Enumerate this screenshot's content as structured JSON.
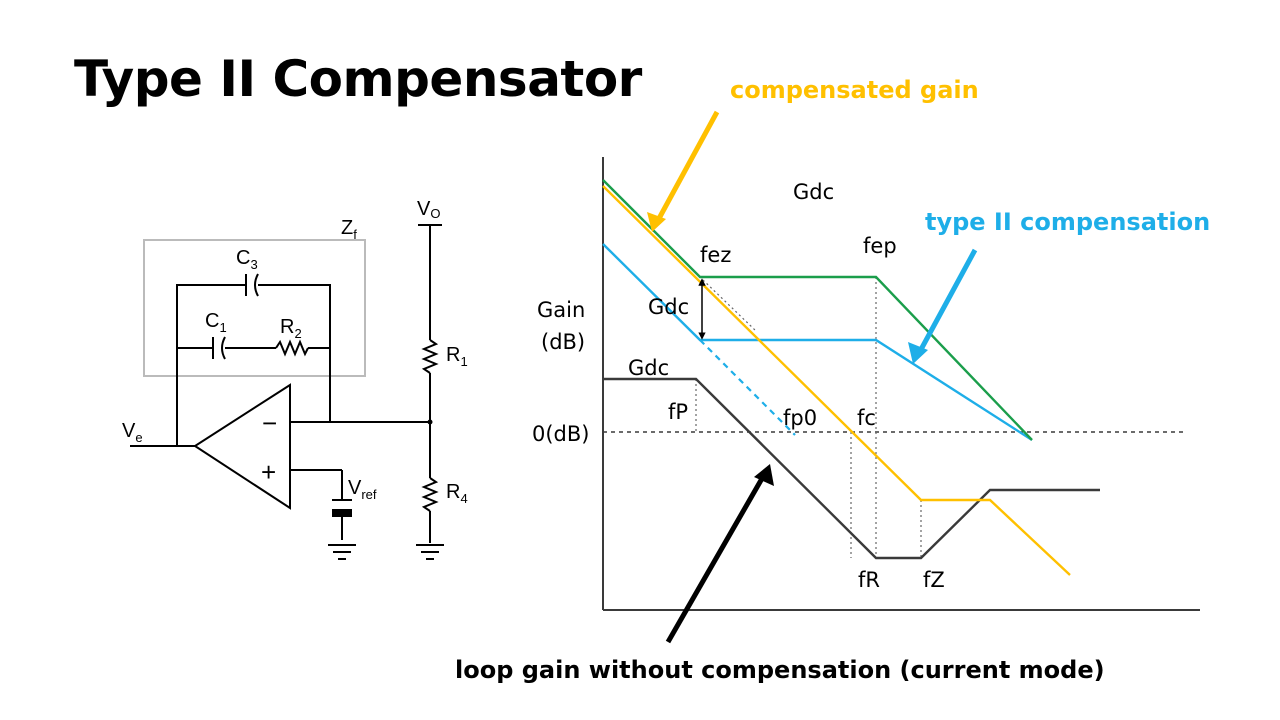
{
  "slide": {
    "title": "Type II Compensator"
  },
  "callouts": {
    "compensated_gain": "compensated gain",
    "type2_compensation": "type II compensation",
    "loop_gain": "loop gain without compensation (current mode)"
  },
  "circuit": {
    "zf": "Z",
    "zf_sub": "f",
    "c3": "C",
    "c3_sub": "3",
    "c1": "C",
    "c1_sub": "1",
    "r2": "R",
    "r2_sub": "2",
    "vo": "V",
    "vo_sub": "O",
    "r1": "R",
    "r1_sub": "1",
    "r4": "R",
    "r4_sub": "4",
    "ve": "V",
    "ve_sub": "e",
    "vref": "V",
    "vref_sub": "ref",
    "minus": "−",
    "plus": "+"
  },
  "bode": {
    "ylabel_line1": "Gain",
    "ylabel_line2": "(dB)",
    "zero_db": "0(dB)",
    "gdc_top": "Gdc",
    "gdc_mid": "Gdc",
    "gdc_low": "Gdc",
    "fez": "fez",
    "fep": "fep",
    "fp": "fP",
    "fp0": "fp0",
    "fc": "fc",
    "fr": "fR",
    "fz": "fZ"
  },
  "colors": {
    "compensated_gain": "#FFC000",
    "type2_compensation": "#1EAEE8",
    "loop_gain": "#3A3A3A",
    "green_curve": "#1B9E4B",
    "box": "#BBBBBB"
  }
}
